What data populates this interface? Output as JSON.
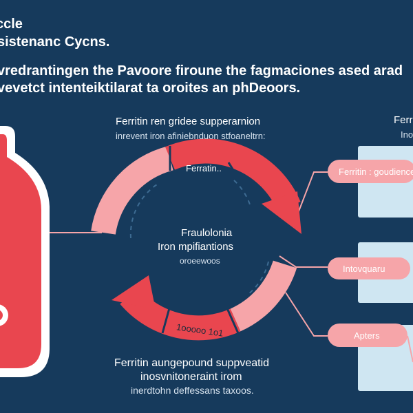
{
  "header": {
    "title_line_1": "ccle",
    "title_line_2": "sistenanc Cycns.",
    "subtitle_line_1": "vredrantingen the Pavoore firoune the fagmaciones ased arad",
    "subtitle_line_2": "vevetct intenteiktilarat ta oroites an phDeoors."
  },
  "top_caption": {
    "title": "Ferritin ren gridee supperarnion",
    "subtitle": "inrevent iron afiniebnduon stfoaneltrn:"
  },
  "right_caption": {
    "title": "Ferr",
    "subtitle": "Inov"
  },
  "cycle": {
    "top_arc_label": "Ferratin..",
    "bottom_arc_label": "1ooooo 1o1",
    "center_title": "Fraulolonia",
    "center_subtitle": "Iron mpifiantions",
    "center_note": "oroeewoos"
  },
  "right_boxes": [
    {
      "label": "Ferritin : goudience"
    },
    {
      "label": "Intovquaru"
    },
    {
      "label": "Apters"
    }
  ],
  "bottom_caption": {
    "line_1": "Ferritin aungepound suppveatid",
    "line_2": "inosvnitoneraint irom",
    "line_3": "inerdtohn deffessans taxoos."
  },
  "colors": {
    "background": "#163a5c",
    "red": "#e9464f",
    "pink": "#f6a5a9",
    "light_blue": "#cfe6f2"
  }
}
